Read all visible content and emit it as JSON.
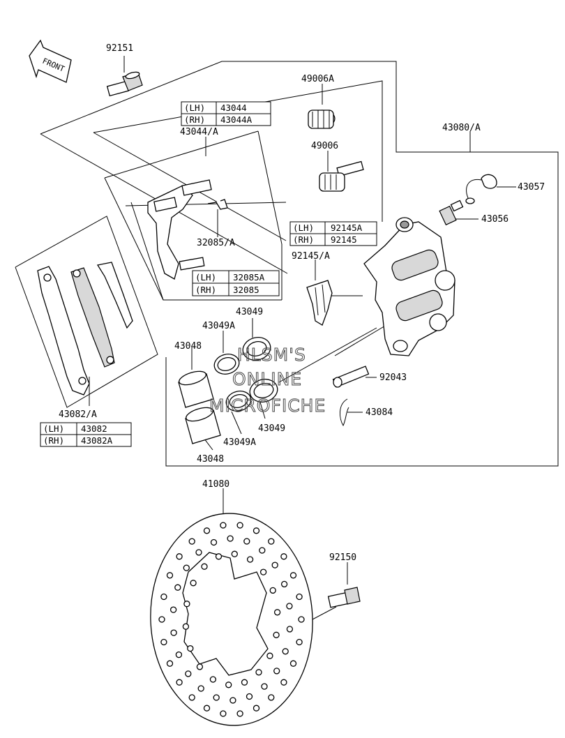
{
  "front_arrow": {
    "text": "FRONT"
  },
  "watermark": [
    "HLSM'S",
    "ONLINE",
    "MICROFICHE"
  ],
  "part_labels": {
    "p92151": "92151",
    "p49006A": "49006A",
    "p43080A": "43080/A",
    "p43044A": "43044/A",
    "p49006": "49006",
    "p43057": "43057",
    "p43056": "43056",
    "p32085A": "32085/A",
    "p92145A": "92145/A",
    "p43049_top": "43049",
    "p43049A_top": "43049A",
    "p43048_top": "43048",
    "p92043": "92043",
    "p43084": "43084",
    "p43049_bot": "43049",
    "p43049A_bot": "43049A",
    "p43048_bot": "43048",
    "p43082A": "43082/A",
    "p41080": "41080",
    "p92150": "92150"
  },
  "tables": {
    "t43044": [
      [
        "(LH)",
        "43044"
      ],
      [
        "(RH)",
        "43044A"
      ]
    ],
    "t92145": [
      [
        "(LH)",
        "92145A"
      ],
      [
        "(RH)",
        "92145"
      ]
    ],
    "t32085": [
      [
        "(LH)",
        "32085A"
      ],
      [
        "(RH)",
        "32085"
      ]
    ],
    "t43082": [
      [
        "(LH)",
        "43082"
      ],
      [
        "(RH)",
        "43082A"
      ]
    ]
  }
}
